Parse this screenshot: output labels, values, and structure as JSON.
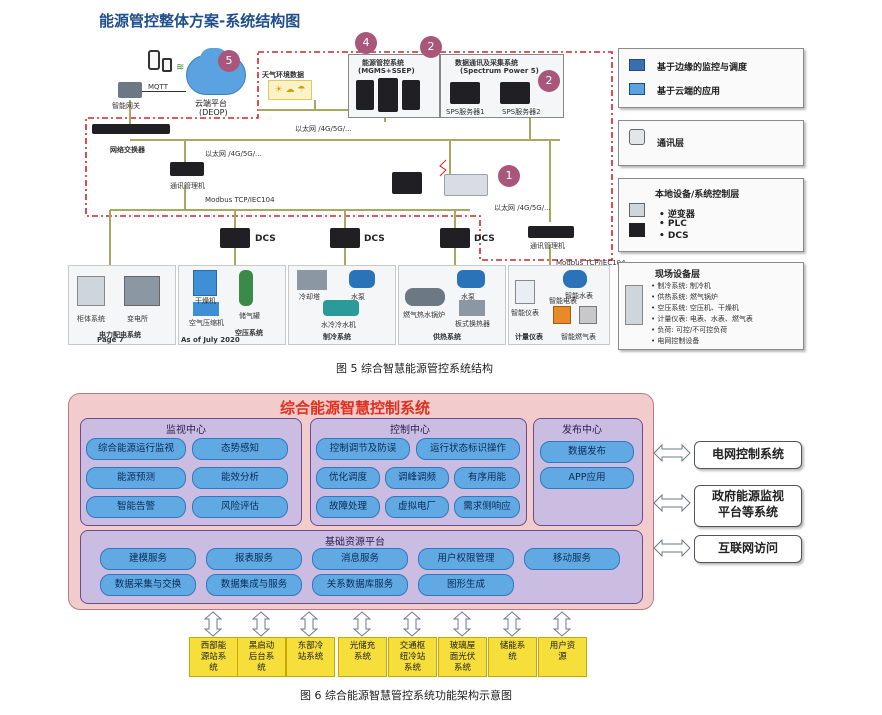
{
  "top": {
    "title": "能源管控整体方案-系统结构图",
    "cloud": {
      "label": "云端平台",
      "sub": "(DEOP)",
      "badge": "5"
    },
    "mqtt": "MQTT",
    "gateway": "智能网关",
    "ethernet_label": "以太网 /4G/5G/...",
    "weather": "天气环境数据",
    "mgms": {
      "title": "能源管控系统",
      "sub": "(MGMS+SSEP)",
      "badge": "4"
    },
    "sps": {
      "title": "数据通讯及采集系统",
      "sub": "(Spectrum Power 5)",
      "badge": "2",
      "badge2": "2",
      "srv1": "SPS服务器1",
      "srv2": "SPS服务器2"
    },
    "switch": "网络交换器",
    "ethernet_label2": "以太网 /4G/5G/...",
    "comm_mgr": "通讯管理机",
    "modbus1": "Modbus TCP/IEC104",
    "local_badge": "1",
    "ethernet_label3": "以太网 /4G/5G/...",
    "comm_mgr2": "通讯管理机",
    "modbus2": "Modbus TCP/IEC104",
    "dcs1": "DCS",
    "dcs2": "DCS",
    "dcs3": "DCS",
    "fields": [
      {
        "label": "电力配电系统",
        "items": [
          "柜体系统",
          "变电所"
        ],
        "extra": "Page 7"
      },
      {
        "label": "空压系统",
        "items": [
          "干燥机",
          "储气罐",
          "空气压缩机"
        ],
        "extra": "As of July 2020"
      },
      {
        "label": "制冷系统",
        "items": [
          "冷却塔",
          "水泵",
          "水冷冷水机"
        ]
      },
      {
        "label": "供热系统",
        "items": [
          "燃气热水锅炉",
          "水泵",
          "板式换热器"
        ]
      },
      {
        "label": "计量仪表",
        "items": [
          "智能仪表",
          "智能水表",
          "智能电表"
        ],
        "extra2": "智能燃气表"
      }
    ],
    "legend": {
      "box1": [
        "基于边缘的监控与调度",
        "基于云端的应用"
      ],
      "box2": "通讯层",
      "box3": {
        "title": "本地设备/系统控制层",
        "items": [
          "• 逆变器",
          "• PLC",
          "• DCS"
        ]
      },
      "box4": {
        "title": "现场设备层",
        "items": [
          "• 制冷系统: 制冷机",
          "• 供热系统: 燃气锅炉",
          "• 空压系统: 空压机、干燥机",
          "• 计量仪表: 电表、水表、燃气表",
          "• 负荷: 可控/不可控负荷",
          "• 电网控制设备"
        ]
      }
    },
    "caption": "图 5    综合智慧能源管控系统结构"
  },
  "bottom": {
    "title": "综合能源智慧控制系统",
    "monitor": {
      "title": "监视中心",
      "items": [
        "综合能源运行监视",
        "态势感知",
        "能源预测",
        "能效分析",
        "智能告警",
        "风险评估"
      ]
    },
    "control": {
      "title": "控制中心",
      "items": [
        "控制调节及防误",
        "运行状态标识操作",
        "优化调度",
        "调峰调频",
        "有序用能",
        "故障处理",
        "虚拟电厂",
        "需求侧响应"
      ]
    },
    "publish": {
      "title": "发布中心",
      "items": [
        "数据发布",
        "APP应用"
      ]
    },
    "base": {
      "title": "基础资源平台",
      "row1": [
        "建模服务",
        "报表服务",
        "消息服务",
        "用户权限管理",
        "移动服务"
      ],
      "row2": [
        "数据采集与交换",
        "数据集成与服务",
        "关系数据库服务",
        "图形生成"
      ]
    },
    "external": [
      "电网控制系统",
      "政府能源监视\n平台等系统",
      "互联网访问"
    ],
    "sites": [
      "西部能\n源站系\n统",
      "黑启动\n后台系\n统",
      "东部冷\n站系统",
      "光储充\n系统",
      "交通枢\n纽冷站\n系统",
      "玻璃屋\n面光伏\n系统",
      "储能系\n统",
      "用户资\n源"
    ],
    "caption": "图 6    综合能源智慧管控系统功能架构示意图"
  },
  "colors": {
    "badge": "#a8577a",
    "outer_bg": "#f2cccd",
    "panel": "#cbbde2",
    "pill": "#61a9e2",
    "site": "#f6df3a",
    "dash": "#d2232a",
    "title_blue": "#1f4e8c",
    "title_red": "#e0301e"
  }
}
